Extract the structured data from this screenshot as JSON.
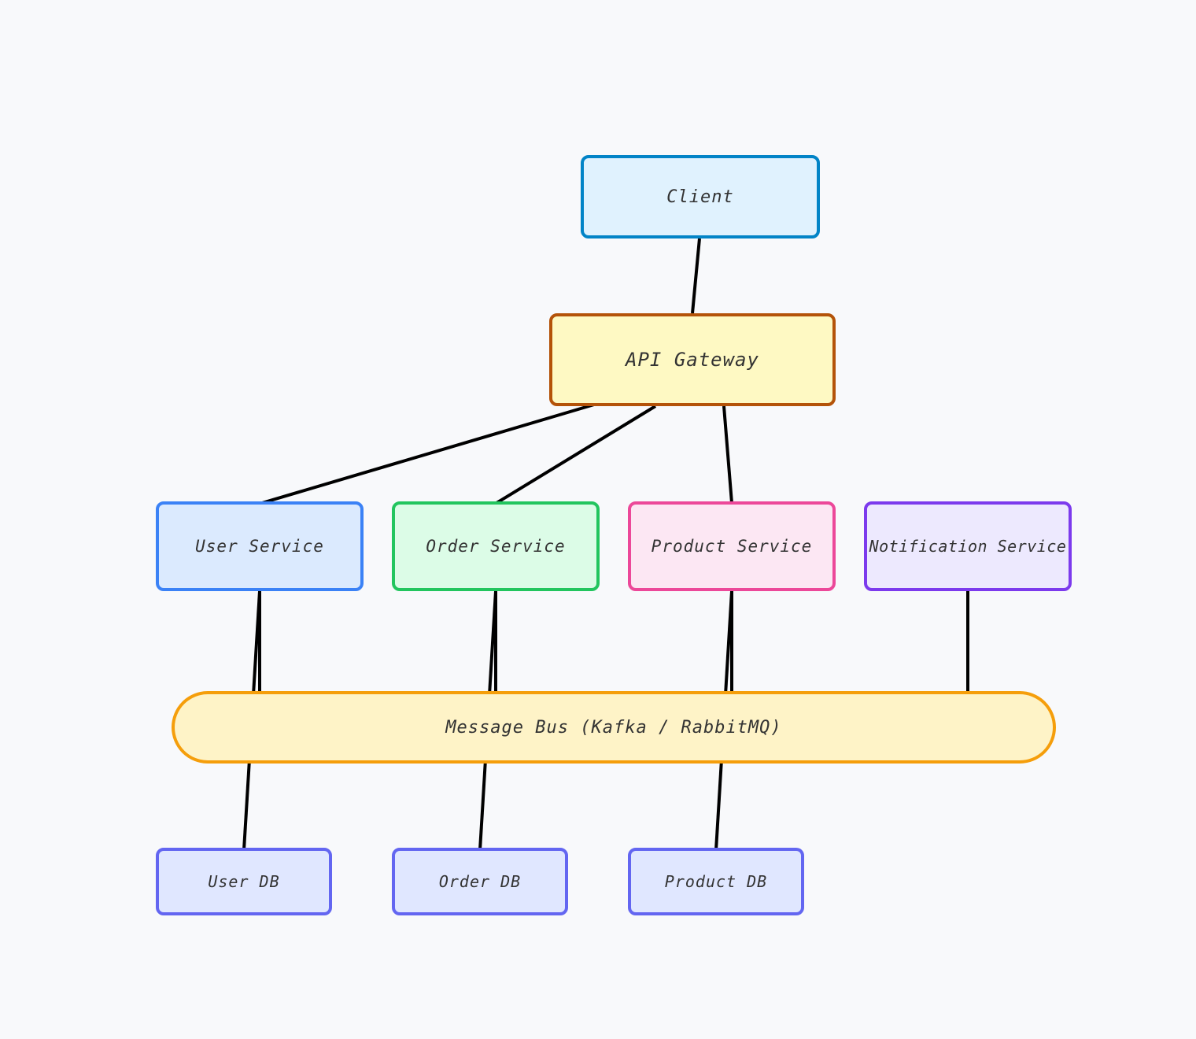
{
  "nodes": {
    "client": {
      "label": "Client",
      "fill": "#e0f2fe",
      "stroke": "#0284c7"
    },
    "gateway": {
      "label": "API Gateway",
      "fill": "#fef9c3",
      "stroke": "#b45309"
    },
    "user_service": {
      "label": "User Service",
      "fill": "#dbeafe",
      "stroke": "#3b82f6"
    },
    "order_service": {
      "label": "Order Service",
      "fill": "#dcfce7",
      "stroke": "#22c55e"
    },
    "product_service": {
      "label": "Product Service",
      "fill": "#fce7f3",
      "stroke": "#ec4899"
    },
    "notification_service": {
      "label": "Notification Service",
      "fill": "#ede9fe",
      "stroke": "#7c3aed"
    },
    "message_bus": {
      "label": "Message Bus (Kafka / RabbitMQ)",
      "fill": "#fef3c7",
      "stroke": "#f59e0b"
    },
    "user_db": {
      "label": "User DB",
      "fill": "#e0e7ff",
      "stroke": "#6366f1"
    },
    "order_db": {
      "label": "Order DB",
      "fill": "#e0e7ff",
      "stroke": "#6366f1"
    },
    "product_db": {
      "label": "Product DB",
      "fill": "#e0e7ff",
      "stroke": "#6366f1"
    }
  },
  "edges": [
    {
      "from": "client",
      "to": "gateway"
    },
    {
      "from": "gateway",
      "to": "user_service"
    },
    {
      "from": "gateway",
      "to": "order_service"
    },
    {
      "from": "gateway",
      "to": "product_service"
    },
    {
      "from": "user_service",
      "to": "message_bus"
    },
    {
      "from": "order_service",
      "to": "message_bus"
    },
    {
      "from": "product_service",
      "to": "message_bus"
    },
    {
      "from": "notification_service",
      "to": "message_bus"
    },
    {
      "from": "user_service",
      "to": "user_db"
    },
    {
      "from": "order_service",
      "to": "order_db"
    },
    {
      "from": "product_service",
      "to": "product_db"
    }
  ]
}
